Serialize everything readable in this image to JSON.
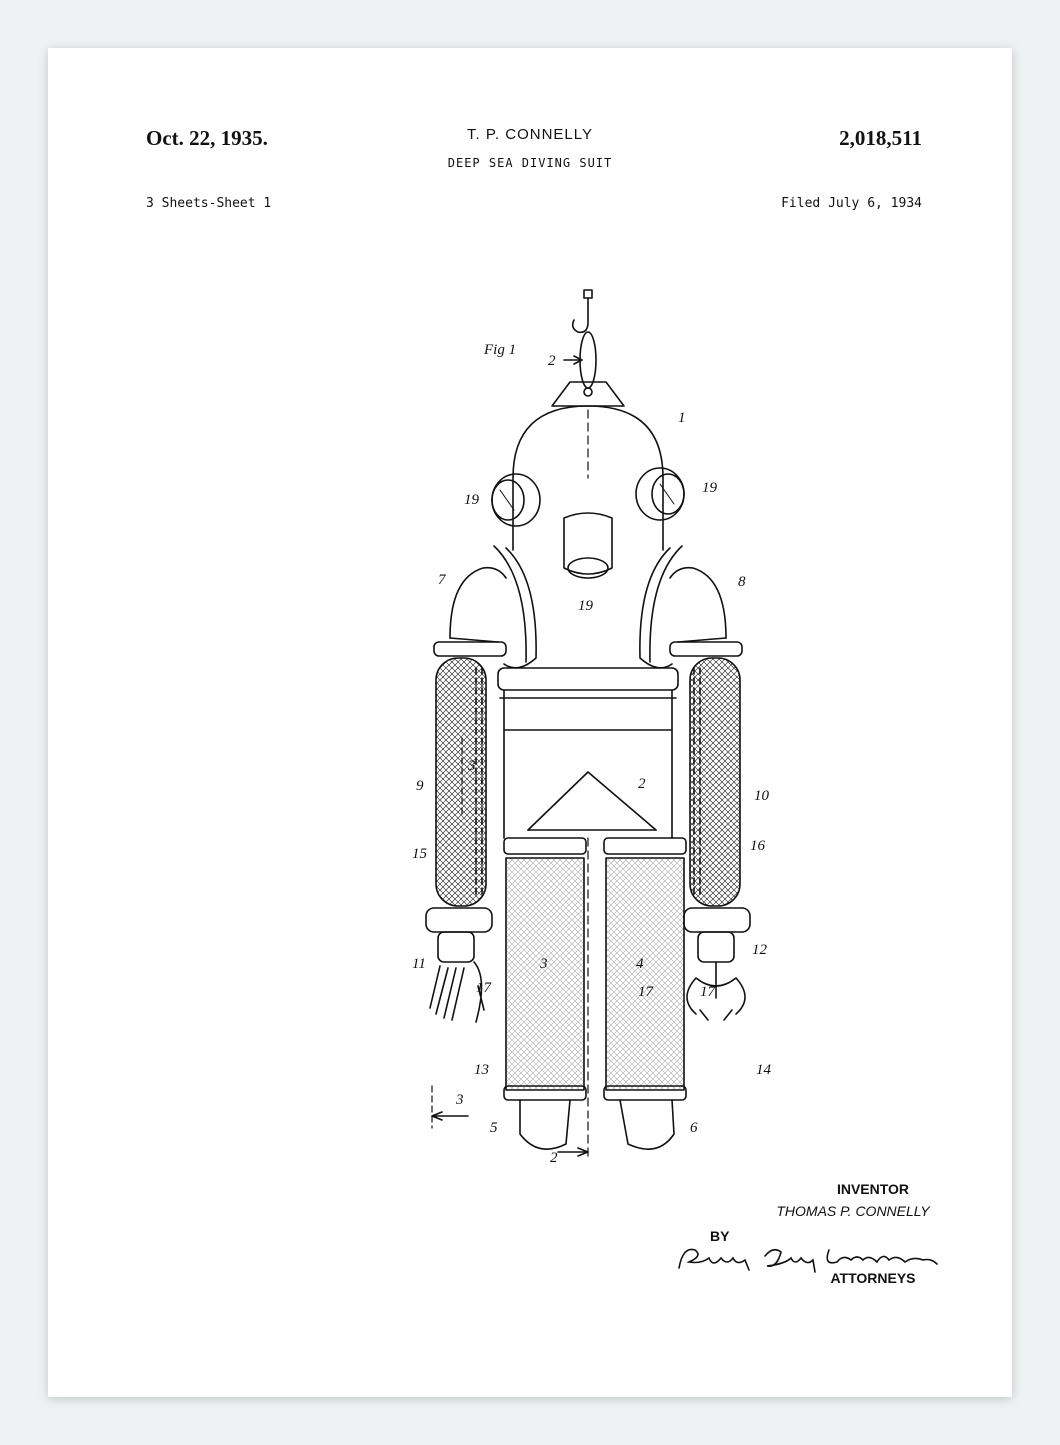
{
  "header": {
    "date": "Oct. 22, 1935.",
    "inventor_name": "T. P. CONNELLY",
    "title": "DEEP SEA DIVING SUIT",
    "patent_number": "2,018,511",
    "sheets": "3 Sheets-Sheet 1",
    "filed": "Filed July 6, 1934"
  },
  "figure": {
    "label": "Fig 1",
    "labels": {
      "n1": "1",
      "n2_top": "2",
      "n2_mid": "2",
      "n2_bottom": "2",
      "n3_left": "3",
      "n3_bottom": "3",
      "n3_leg": "3",
      "n4_leg": "4",
      "n5": "5",
      "n6": "6",
      "n7": "7",
      "n8": "8",
      "n9": "9",
      "n10": "10",
      "n11": "11",
      "n12": "12",
      "n13": "13",
      "n14": "14",
      "n15": "15",
      "n16": "16",
      "n17_left": "17",
      "n17_mid": "17",
      "n17_right": "17",
      "n19_left": "19",
      "n19_right": "19",
      "n19_center": "19"
    }
  },
  "footer": {
    "inventor_heading": "INVENTOR",
    "inventor_full": "THOMAS P. CONNELLY",
    "by": "BY",
    "attorneys": "ATTORNEYS"
  }
}
